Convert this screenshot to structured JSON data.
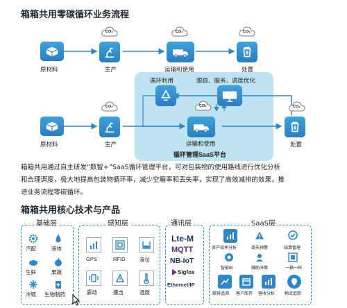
{
  "headings": {
    "flow_title": "箱箱共用零碳循环业务流程",
    "tech_title": "箱箱共用核心技术与产品"
  },
  "co2": "CO₂",
  "top_row": {
    "raw": "原材料",
    "produce": "生产",
    "transport": "运输和使用",
    "dispose": "处置"
  },
  "saas_box": {
    "recycle": "循环利用",
    "services": "跟踪、服务、调度优化",
    "platform": "循环管理SaaS平台"
  },
  "bottom_row": {
    "raw": "原材料",
    "produce": "生产",
    "transport": "运输和使用",
    "dispose": "处置"
  },
  "paragraph": {
    "line1": "箱箱共用通过自主研发“数智+”SaaS循环管理平台，可对包装物的使用路线进行优化分析",
    "line2": "和合理调度，极大地提高包装物循环率，减少空箱率和丢失率，实现了高效减排的效果，推",
    "line3": "进业务流程零碳循环。"
  },
  "panels": {
    "base": {
      "title": "基础层",
      "items": [
        "汽配",
        "液体",
        "生鲜",
        "果蔬",
        "冷链",
        "生物制药"
      ]
    },
    "sense": {
      "title": "感知层",
      "items": [
        "GPS",
        "RFID",
        "液位",
        "震动",
        "撞击",
        "温度"
      ]
    },
    "comm": {
      "title": "通讯层",
      "items": [
        "Lte-M",
        "MQTT",
        "NB-IoT",
        "Sigfox",
        "Ethernet/IP"
      ]
    },
    "saas": {
      "title": "SaaS层",
      "items": [
        "资产效率分析",
        "丢失预警",
        "结算管理",
        "智能BI",
        "辅助决策",
        "一箱一码",
        "碳排追溯",
        "客户库存",
        "营收分析",
        "物流追踪"
      ]
    }
  },
  "colors": {
    "accent": "#2f86c8",
    "saas_bg": "#bfe3f3",
    "arrow": "#2f86c8"
  }
}
